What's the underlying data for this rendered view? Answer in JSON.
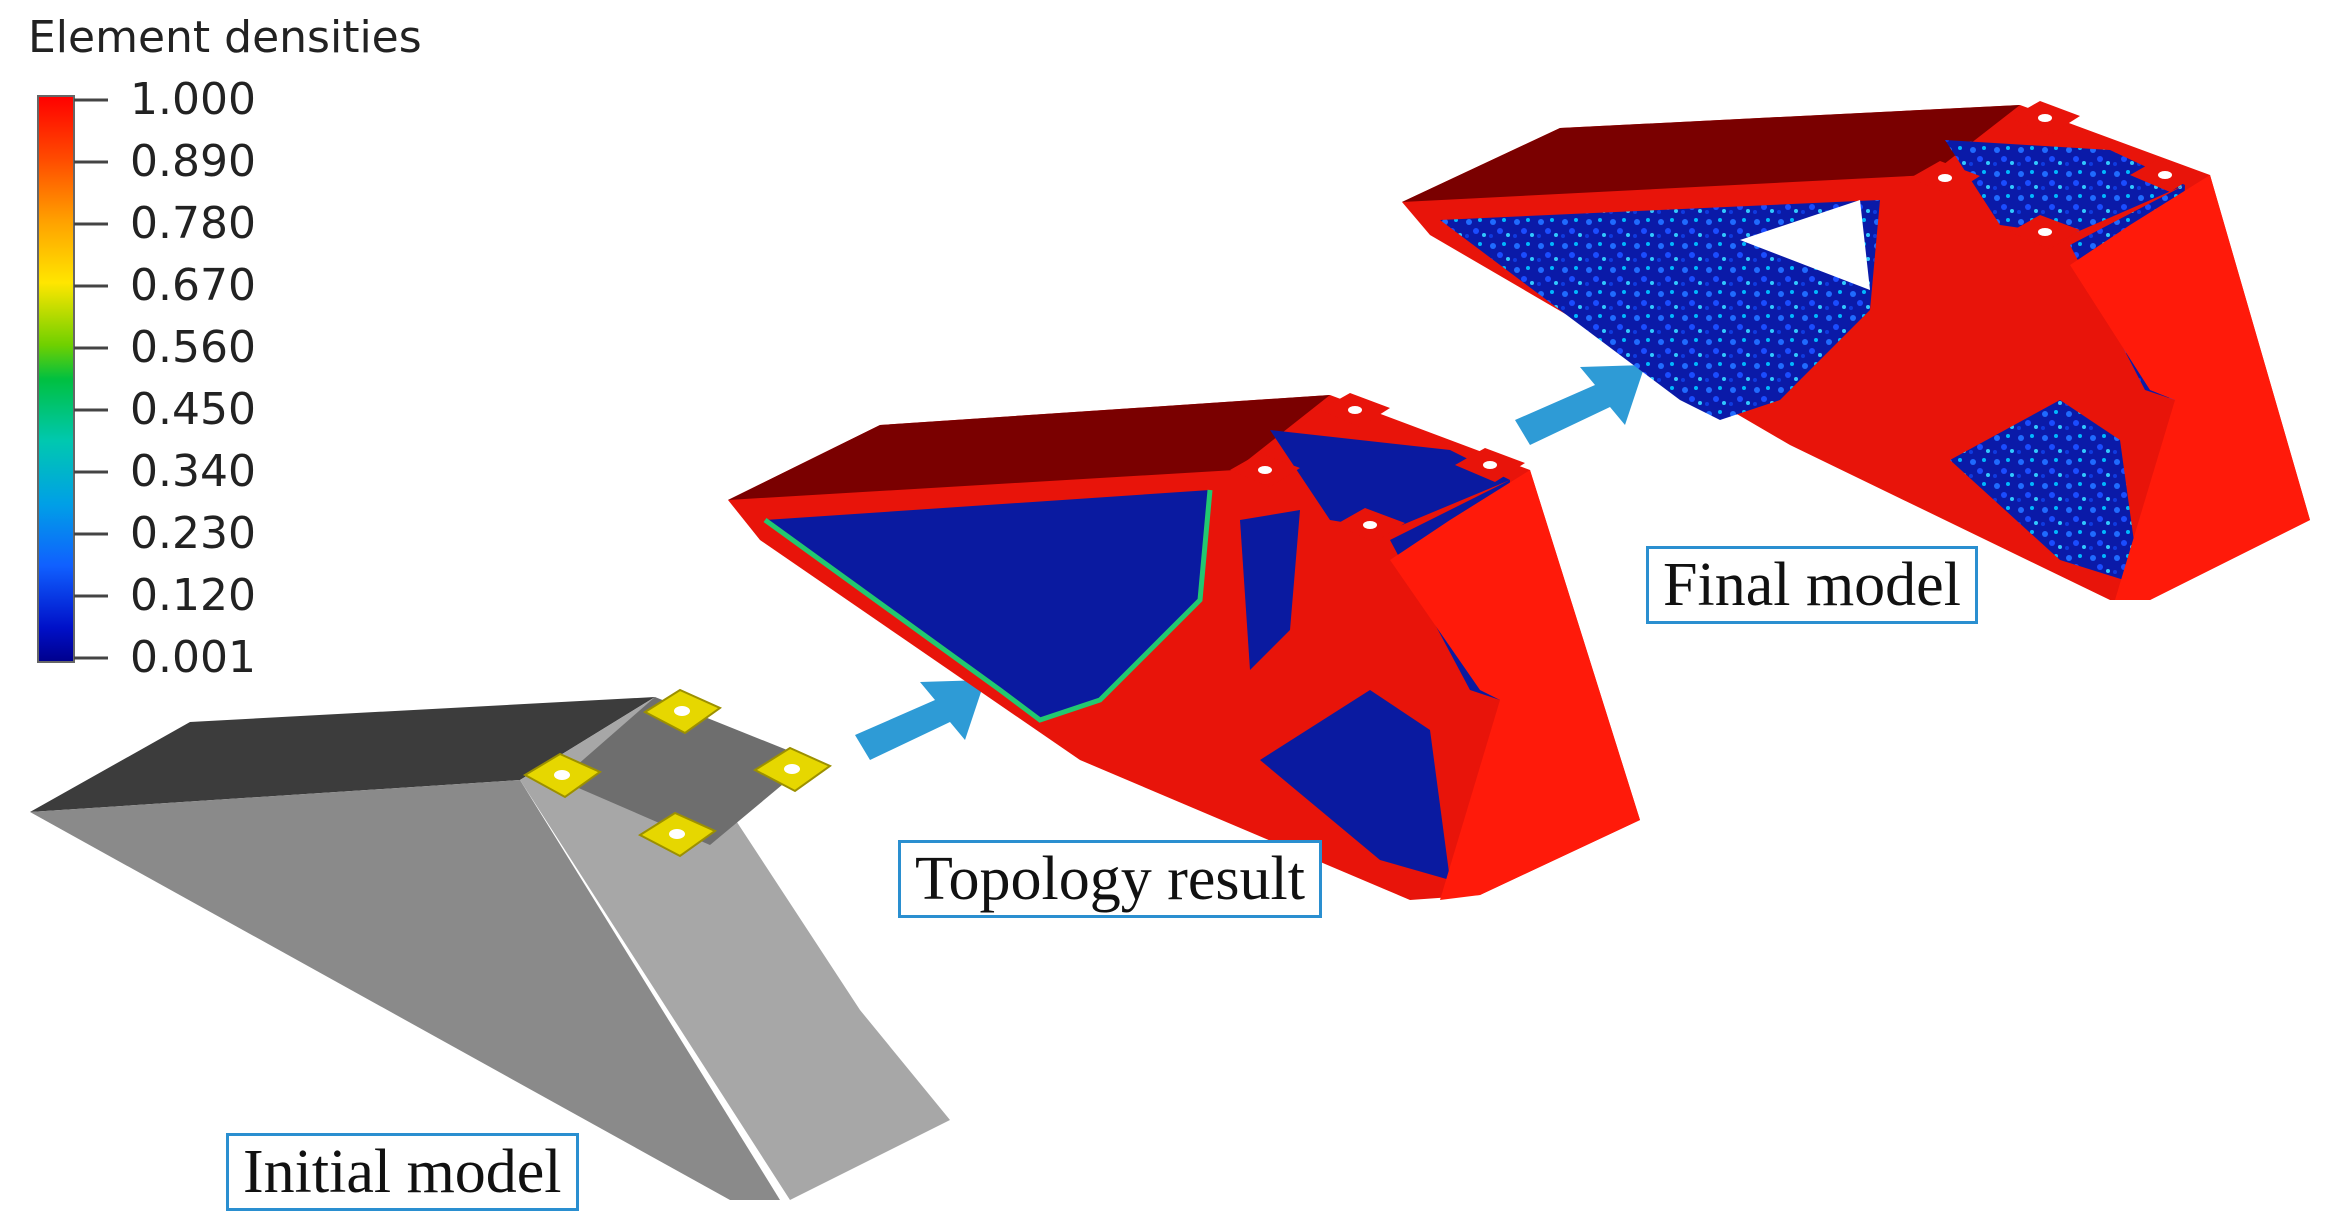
{
  "legend": {
    "title": "Element densities",
    "ticks": [
      "1.000",
      "0.890",
      "0.780",
      "0.670",
      "0.560",
      "0.450",
      "0.340",
      "0.230",
      "0.120",
      "0.001"
    ],
    "colors": [
      "#ff0000",
      "#ff7a00",
      "#ffe600",
      "#7cd300",
      "#00b800",
      "#00c9a0",
      "#00b4d8",
      "#1e78ff",
      "#0030d0",
      "#00008c"
    ]
  },
  "stages": {
    "initial": "Initial model",
    "topology": "Topology result",
    "final": "Final model"
  },
  "colors": {
    "arrow": "#2e9bd6",
    "label_border": "#2a8fd0",
    "solid_red": "#e8140a",
    "void_blue": "#0a1aa0",
    "top_dark_red": "#7a0000",
    "gray_side": "#8a8a8a",
    "gray_top": "#3a3a3a",
    "pad_yellow": "#e6d700"
  }
}
